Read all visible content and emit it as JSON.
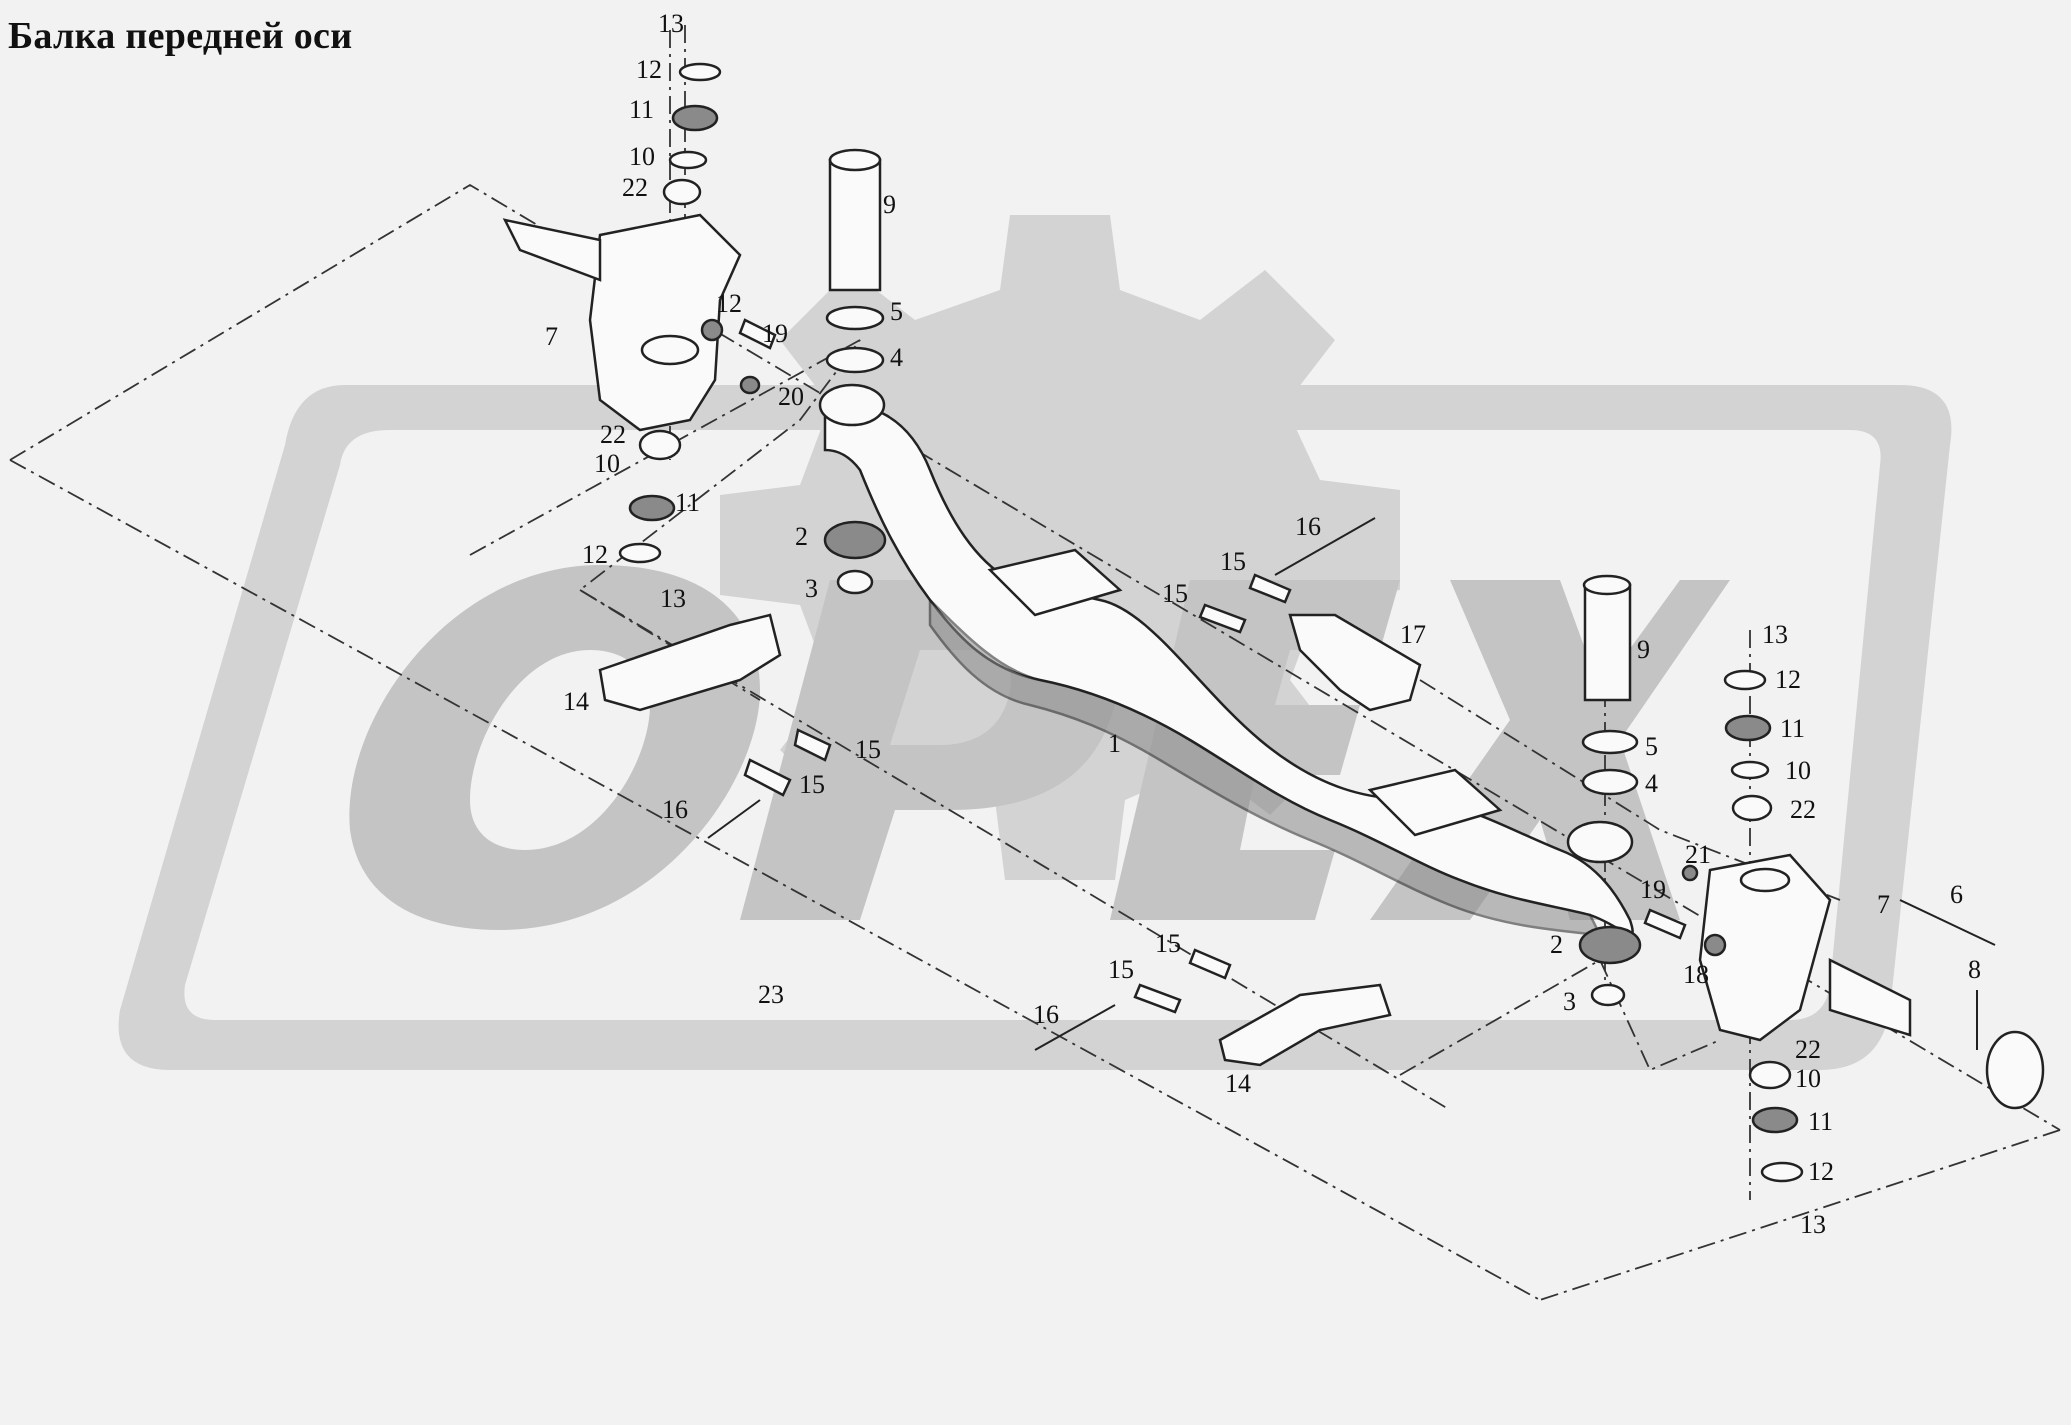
{
  "title": "Балка передней оси",
  "colors": {
    "background": "#f2f2f2",
    "watermark": "#d3d3d3",
    "ink": "#111111"
  },
  "watermark": {
    "text": "ОРЕХ"
  },
  "callouts": [
    {
      "id": "c13a",
      "label": "13"
    },
    {
      "id": "c12a",
      "label": "12"
    },
    {
      "id": "c11a",
      "label": "11"
    },
    {
      "id": "c10a",
      "label": "10"
    },
    {
      "id": "c22a",
      "label": "22"
    },
    {
      "id": "c7a",
      "label": "7"
    },
    {
      "id": "c12b",
      "label": "12"
    },
    {
      "id": "c19a",
      "label": "19"
    },
    {
      "id": "c20a",
      "label": "20"
    },
    {
      "id": "c22b",
      "label": "22"
    },
    {
      "id": "c10b",
      "label": "10"
    },
    {
      "id": "c11b",
      "label": "11"
    },
    {
      "id": "c12c",
      "label": "12"
    },
    {
      "id": "c13b",
      "label": "13"
    },
    {
      "id": "c9a",
      "label": "9"
    },
    {
      "id": "c5a",
      "label": "5"
    },
    {
      "id": "c4a",
      "label": "4"
    },
    {
      "id": "c2a",
      "label": "2"
    },
    {
      "id": "c3a",
      "label": "3"
    },
    {
      "id": "c14a",
      "label": "14"
    },
    {
      "id": "c15a",
      "label": "15"
    },
    {
      "id": "c15b",
      "label": "15"
    },
    {
      "id": "c16a",
      "label": "16"
    },
    {
      "id": "c1",
      "label": "1"
    },
    {
      "id": "c16b",
      "label": "16"
    },
    {
      "id": "c15c",
      "label": "15"
    },
    {
      "id": "c15d",
      "label": "15"
    },
    {
      "id": "c17",
      "label": "17"
    },
    {
      "id": "c9b",
      "label": "9"
    },
    {
      "id": "c5b",
      "label": "5"
    },
    {
      "id": "c4b",
      "label": "4"
    },
    {
      "id": "c13c",
      "label": "13"
    },
    {
      "id": "c12d",
      "label": "12"
    },
    {
      "id": "c11c",
      "label": "11"
    },
    {
      "id": "c10c",
      "label": "10"
    },
    {
      "id": "c22c",
      "label": "22"
    },
    {
      "id": "c21",
      "label": "21"
    },
    {
      "id": "c19b",
      "label": "19"
    },
    {
      "id": "c2b",
      "label": "2"
    },
    {
      "id": "c18",
      "label": "18"
    },
    {
      "id": "c3b",
      "label": "3"
    },
    {
      "id": "c7b",
      "label": "7"
    },
    {
      "id": "c6",
      "label": "6"
    },
    {
      "id": "c8",
      "label": "8"
    },
    {
      "id": "c15e",
      "label": "15"
    },
    {
      "id": "c15f",
      "label": "15"
    },
    {
      "id": "c16c",
      "label": "16"
    },
    {
      "id": "c14b",
      "label": "14"
    },
    {
      "id": "c23",
      "label": "23"
    },
    {
      "id": "c22d",
      "label": "22"
    },
    {
      "id": "c10d",
      "label": "10"
    },
    {
      "id": "c11d",
      "label": "11"
    },
    {
      "id": "c12e",
      "label": "12"
    },
    {
      "id": "c13d",
      "label": "13"
    }
  ]
}
